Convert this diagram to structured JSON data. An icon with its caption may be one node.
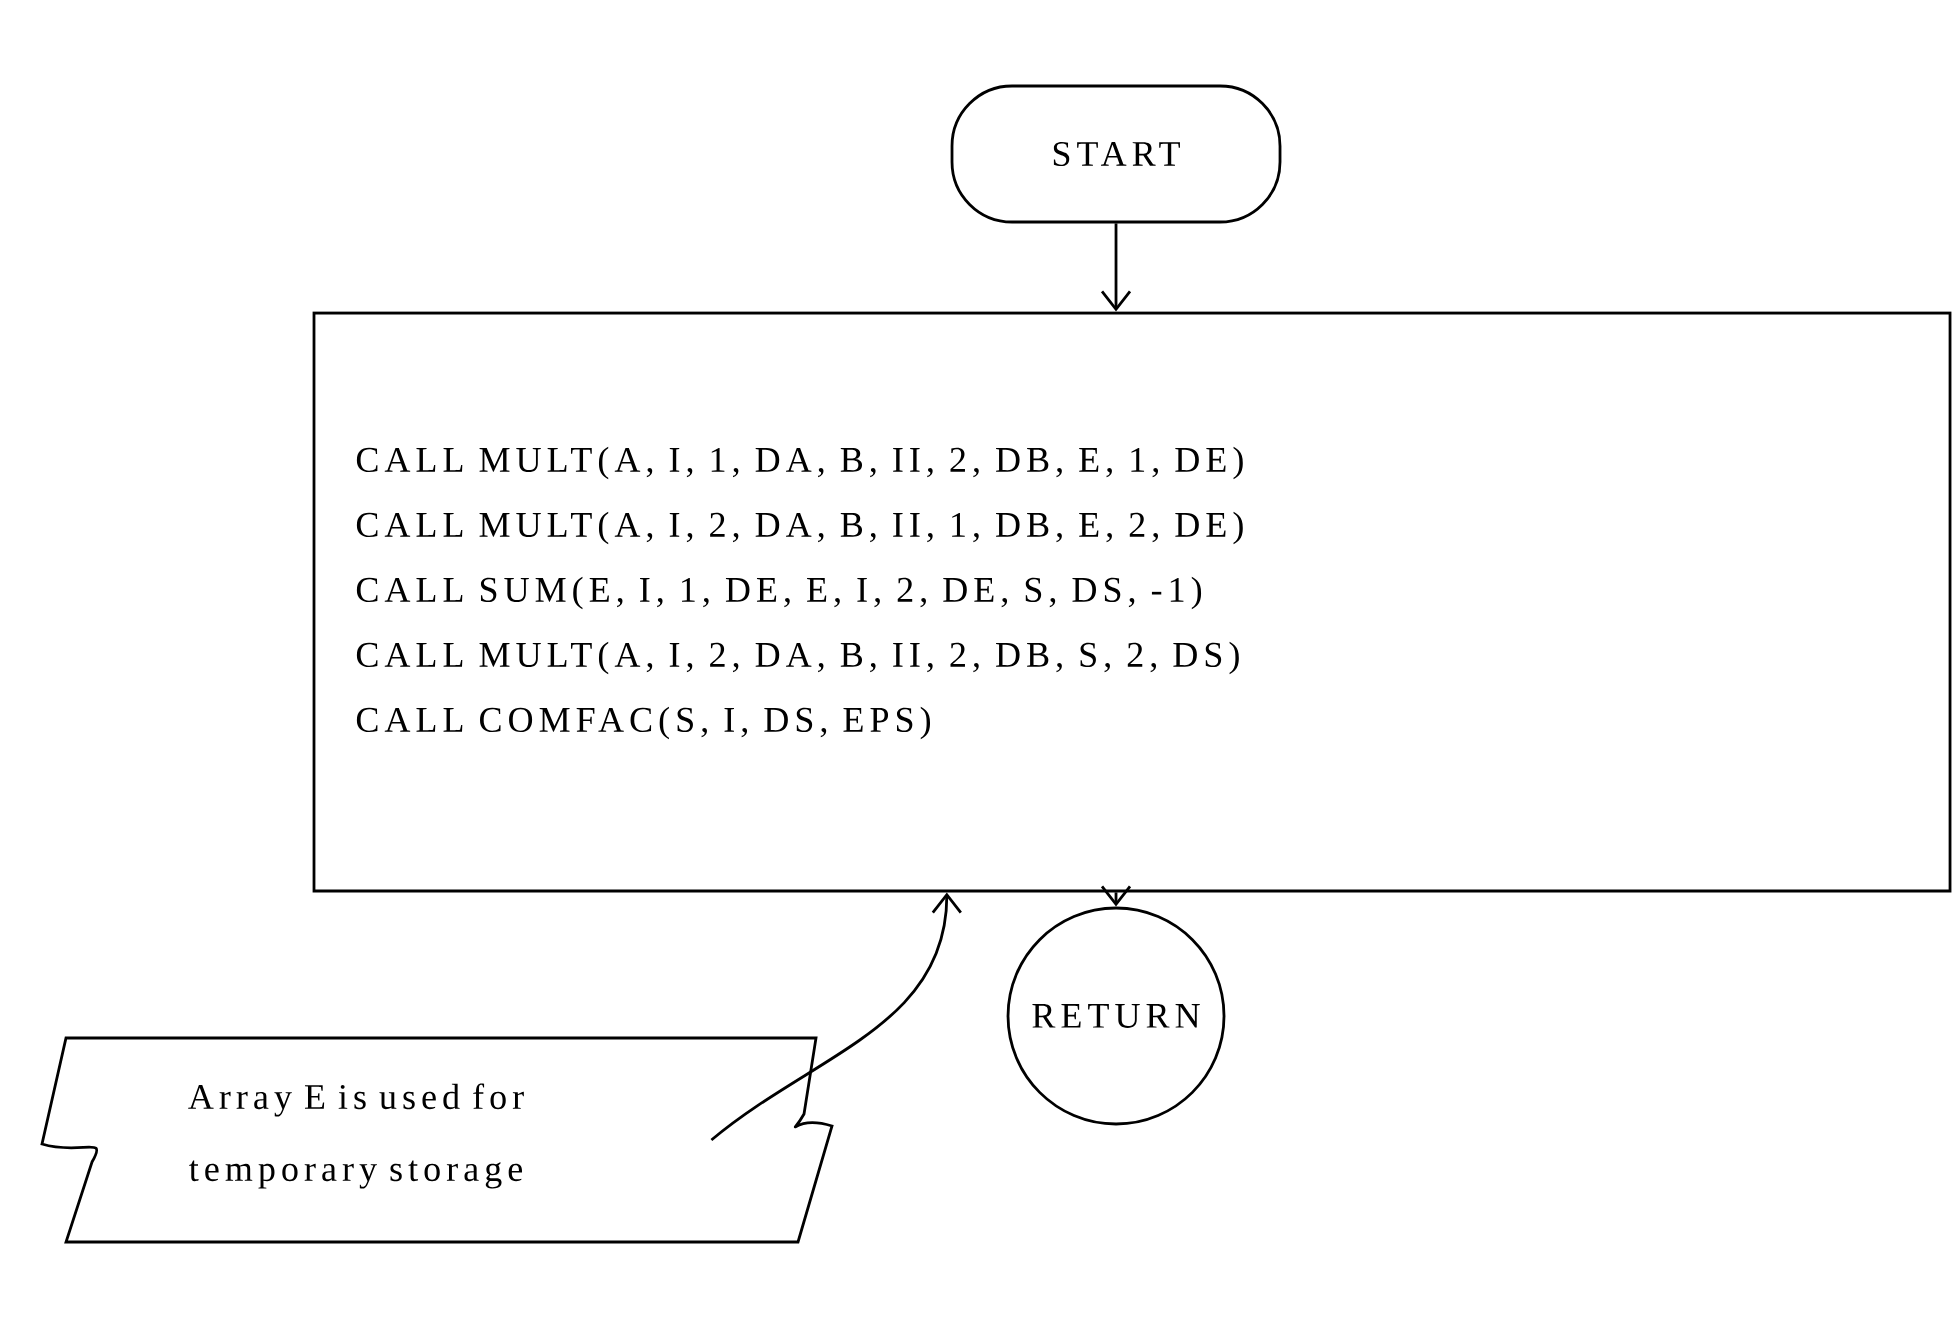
{
  "diagram": {
    "nodes": [
      {
        "text": [
          "START"
        ]
      },
      {
        "text": [
          "CALL MULT(A, I, 1, DA, B, II, 2, DB, E, 1, DE)",
          "CALL MULT(A, I, 2, DA, B, II, 1, DB, E, 2, DE)",
          "CALL SUM(E, I, 1, DE, E, I, 2, DE, S, DS, -1)",
          "CALL MULT(A, I, 2, DA, B, II, 2, DB, S, 2, DS)",
          "CALL COMFAC(S, I, DS, EPS)"
        ]
      },
      {
        "text": [
          "RETURN"
        ]
      },
      {
        "text": [
          "Array E is used for temporary storage"
        ]
      }
    ],
    "edges": [
      {
        "from": 0,
        "to": 1,
        "arrow": "to"
      },
      {
        "from": 1,
        "to": 2,
        "arrow": "to"
      },
      {
        "from": 3,
        "to": 1,
        "arrow": "to"
      }
    ]
  }
}
